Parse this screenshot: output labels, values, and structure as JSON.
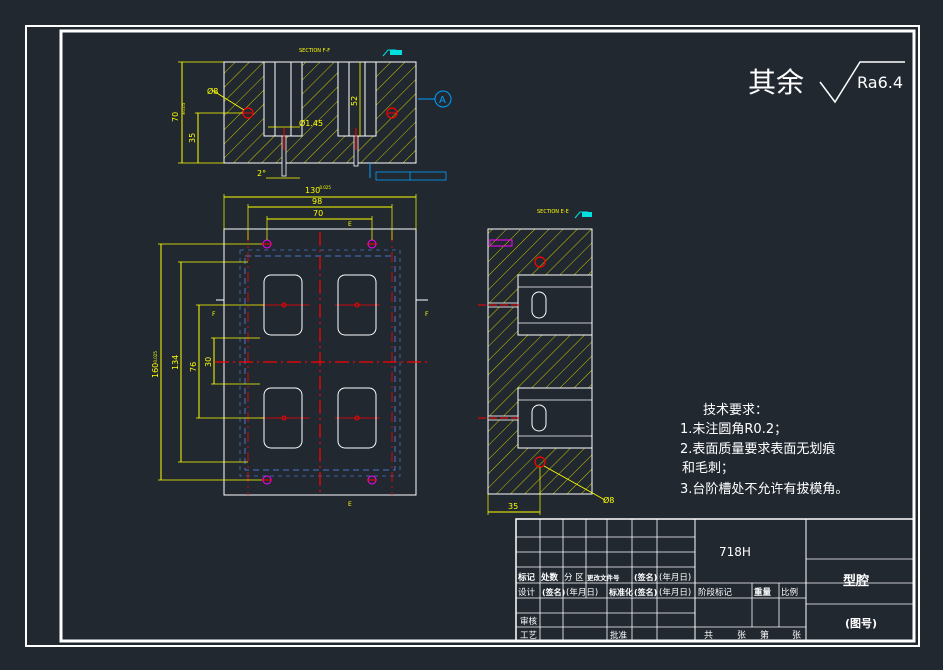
{
  "roughness": {
    "prefix": "其余",
    "value": "Ra6.4"
  },
  "section_labels": {
    "ff": "SECTION F-F",
    "ee": "SECTION E-E"
  },
  "datum_label": "A",
  "dims": {
    "top_height": "70",
    "top_height_tol": "±0.05",
    "top_35": "35",
    "top_52": "52",
    "angle": "2°",
    "phi_hole": "Ø8",
    "phi_small": "Ø1.45",
    "width_130": "130",
    "width_130_tol": "-0.025",
    "width_98": "98",
    "width_70": "70",
    "height_160": "160",
    "height_160_tol": "-0.025",
    "height_134": "134",
    "height_76": "76",
    "height_30": "30",
    "side_35": "35",
    "side_phi": "Ø8"
  },
  "section_marks": {
    "f_left": "F",
    "f_right": "F",
    "e_top": "E",
    "e_bottom": "E"
  },
  "tech_req": {
    "title": "技术要求：",
    "items": [
      "1.未注圆角R0.2；",
      "2.表面质量要求表面无划痕",
      "和毛刺；",
      "3.台阶槽处不允许有拔模角。"
    ]
  },
  "title_block": {
    "material": "718H",
    "part_name": "型腔",
    "drawing_no": "(图号)",
    "row1": [
      "标记",
      "处数",
      "分  区",
      "更改文件号",
      "(签名)",
      "(年月日)"
    ],
    "row2": [
      "设计",
      "(签名)",
      "(年月日)",
      "标准化",
      "(签名)",
      "(年月日)"
    ],
    "stage": "阶段标记",
    "weight": "重量",
    "scale": "比例",
    "audit": "审核",
    "craft": "工艺",
    "approve": "批准",
    "sheets": [
      "共",
      "张",
      "第",
      "张"
    ]
  },
  "colors": {
    "bg": "#212830",
    "frame": "#ffffff",
    "dim": "#ffff00",
    "center": "#ff0000",
    "hatch": "#c8c800",
    "hidden": "#4a73c8"
  }
}
